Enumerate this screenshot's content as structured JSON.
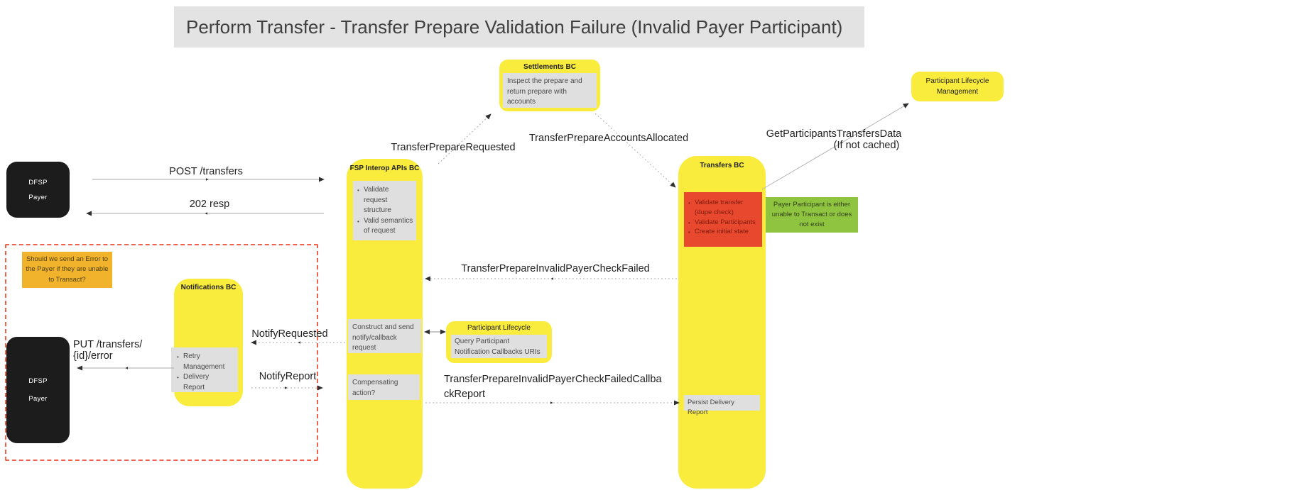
{
  "title": "Perform Transfer - Transfer Prepare Validation Failure (Invalid Payer Participant)",
  "actors": {
    "dfsp_top": {
      "line1": "DFSP",
      "line2": "Payer"
    },
    "dfsp_bottom": {
      "line1": "DFSP",
      "line2": "Payer"
    }
  },
  "columns": {
    "fsp": {
      "title": "FSP Interop APIs BC",
      "validate_items": [
        "Validate request structure",
        "Valid semantics of request"
      ],
      "construct_box": "Construct and send notify/callback request",
      "compensating_box": "Compensating action?"
    },
    "transfers": {
      "title": "Transfers BC",
      "red_items": [
        "Validate transfer (dupe check)",
        "Validate Participants",
        "Create initial state"
      ],
      "persist_box": "Persist Delivery Report"
    }
  },
  "boxes": {
    "settlements": {
      "title": "Settlements BC",
      "body": "Inspect the prepare and return prepare with accounts"
    },
    "plm": {
      "label": "Participant Lifecycle Management"
    },
    "notifications": {
      "title": "Notifications BC",
      "items": [
        "Retry Management",
        "Delivery Report"
      ]
    },
    "participant_lifecycle": {
      "title": "Participant Lifecycle",
      "body": "Query Participant Notification Callbacks URIs"
    },
    "green_note": "Payer Participant is either unable to Transact or does not exist",
    "orange_note": "Should we send an Error to the Payer if they are unable to Transact?"
  },
  "messages": {
    "post_transfers": "POST /transfers",
    "resp_202": "202 resp",
    "transfer_prepare_requested": "TransferPrepareRequested",
    "transfer_prepare_accounts_allocated": "TransferPrepareAccountsAllocated",
    "get_participants_line1": "GetParticipantsTransfersData",
    "get_participants_line2": "(If not cached)",
    "invalid_payer_check_failed": "TransferPrepareInvalidPayerCheckFailed",
    "notify_requested": "NotifyRequested",
    "notify_report": "NotifyReport",
    "put_error_line1": "PUT /transfers/",
    "put_error_line2": "{id}/error",
    "callback_report": "TransferPrepareInvalidPayerCheckFailedCallbackReport"
  },
  "colors": {
    "yellow": "#FAEC3C",
    "graybox": "#DFDFDF",
    "graytext": "#4A4A4A",
    "red": "#E8492E",
    "redtext": "#7E1A0E",
    "green": "#8EC440",
    "greentext": "#33401A",
    "orange": "#F1B32B",
    "orangetext": "#4F4012",
    "black": "#1C1C1C",
    "dashed": "#F0624D",
    "titlebar": "#E3E3E3",
    "titletext": "#3F3F3F"
  }
}
